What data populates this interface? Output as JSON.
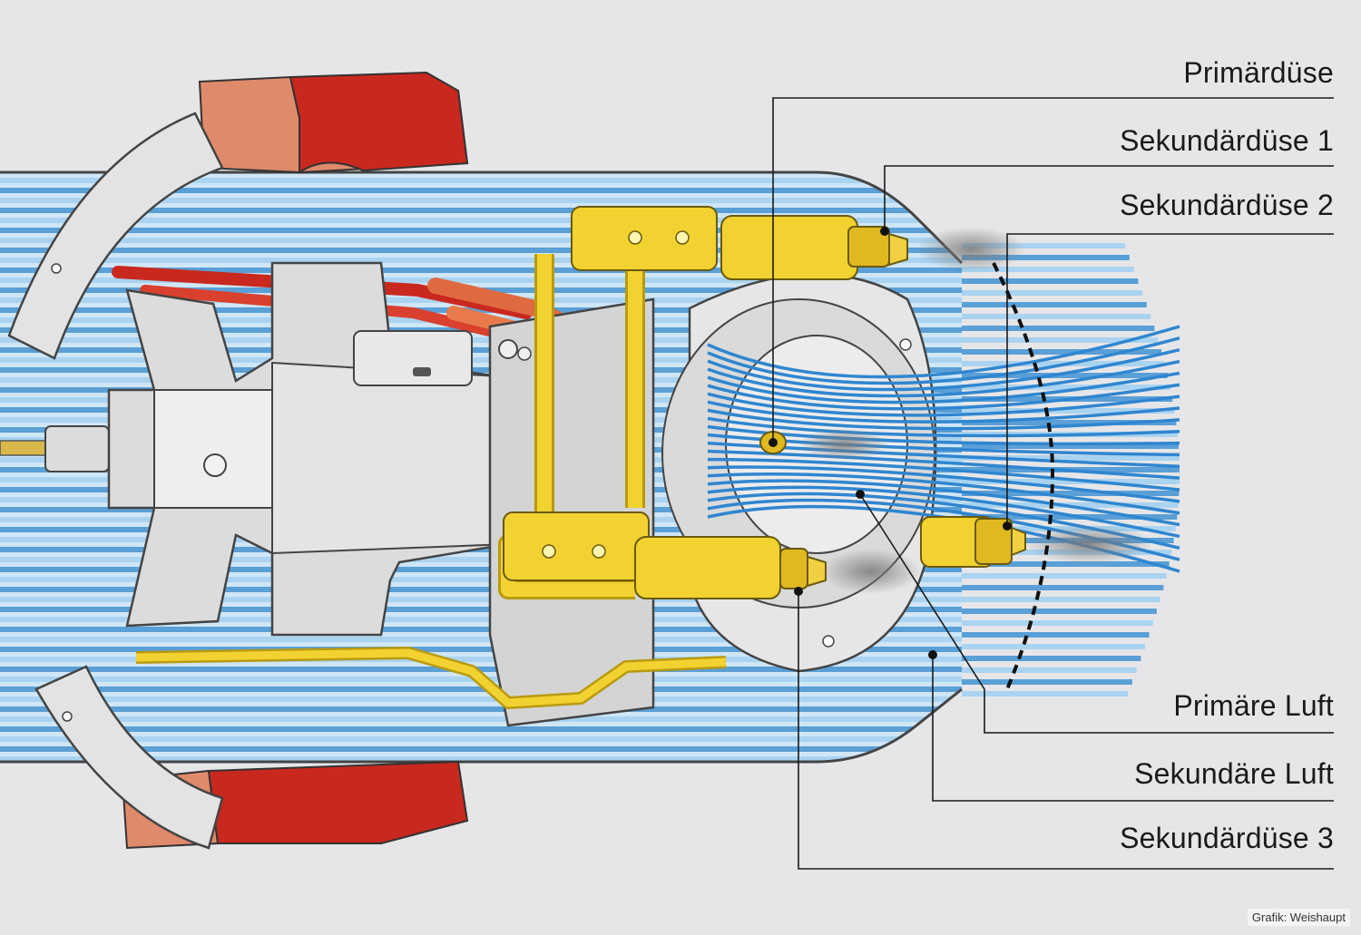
{
  "labels": {
    "primary_nozzle": "Primärdüse",
    "secondary_nozzle_1": "Sekundärdüse 1",
    "secondary_nozzle_2": "Sekundärdüse 2",
    "primary_air": "Primäre Luft",
    "secondary_air": "Sekundäre Luft",
    "secondary_nozzle_3": "Sekundärdüse 3"
  },
  "credit": "Grafik: Weishaupt",
  "colors": {
    "background": "#e6e6e8",
    "air_stripe_light": "#a9d3f0",
    "air_stripe_dark": "#5a9fd6",
    "primary_air_jet": "#2f86d0",
    "fitting_yellow": "#f2d230",
    "flange_red": "#c8281e",
    "flange_salmon": "#e08a6c",
    "body_gray": "#d9d9d9",
    "leader_line": "#1a1a1a"
  }
}
